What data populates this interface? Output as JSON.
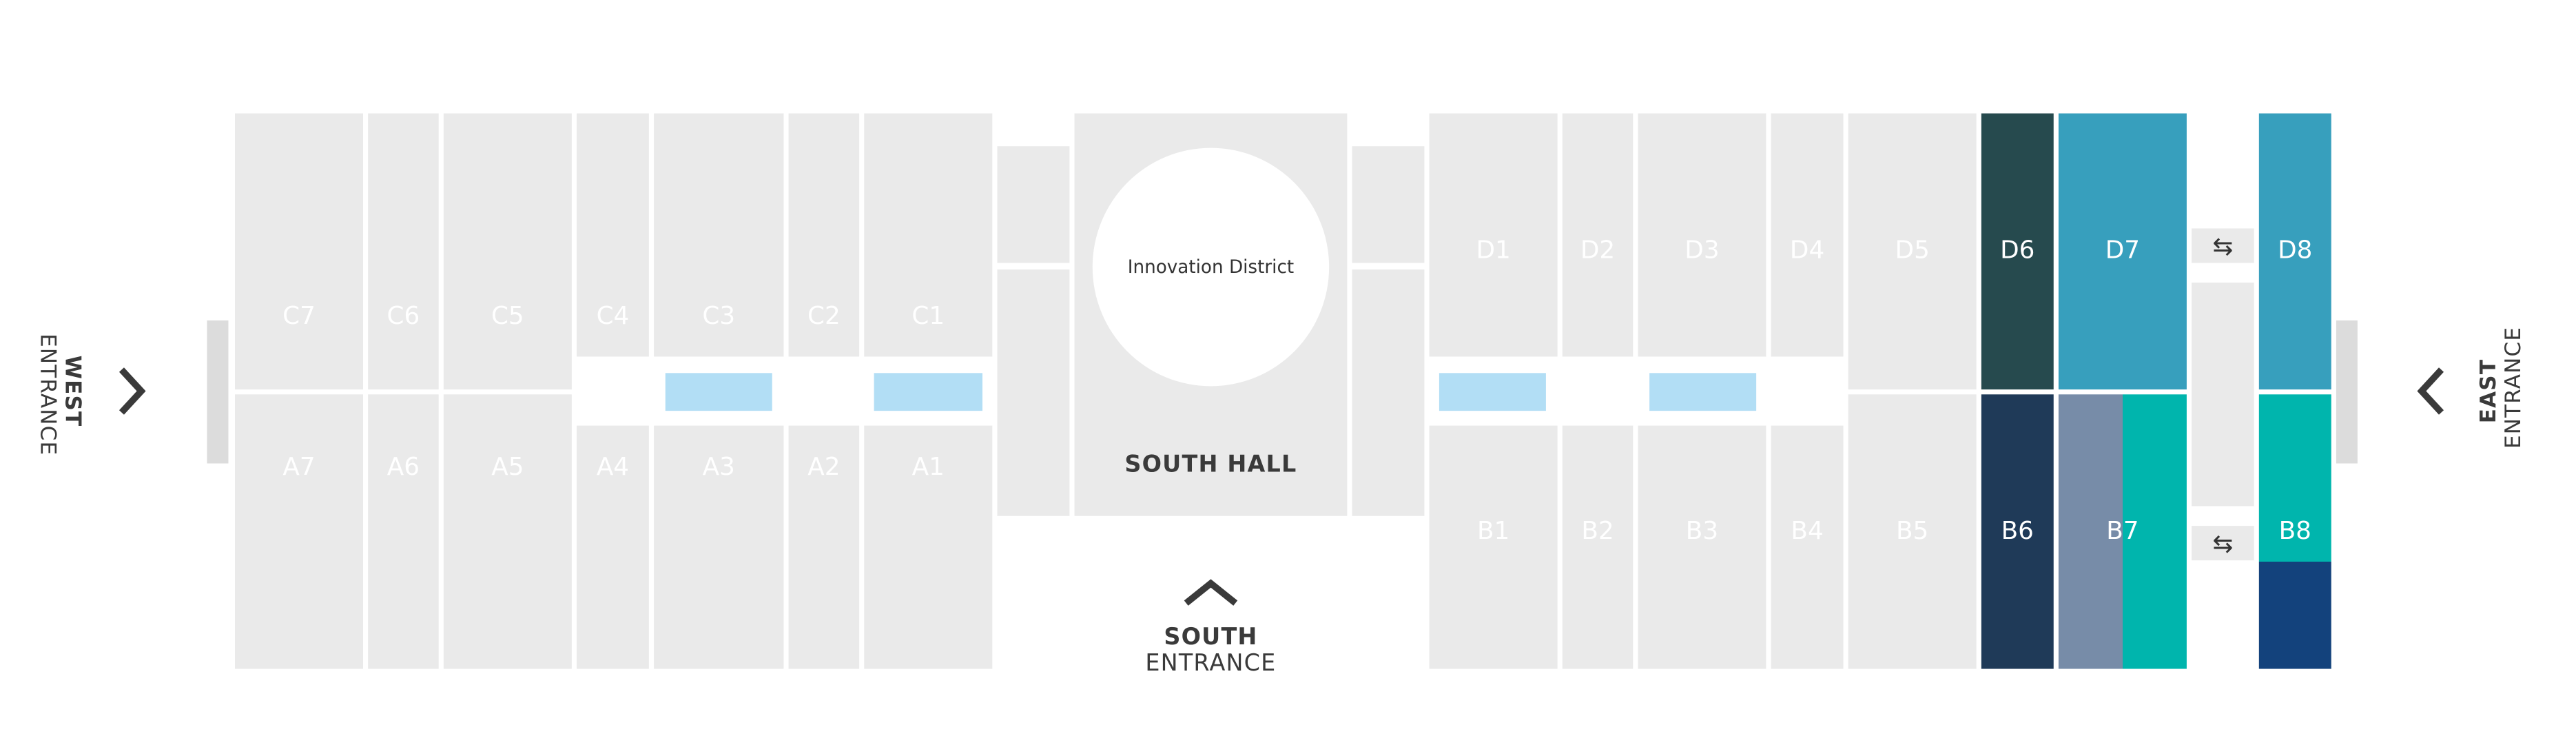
{
  "map": {
    "center": {
      "district": "Innovation District",
      "hall": "SOUTH HALL"
    },
    "entrances": {
      "west": [
        "WEST",
        "ENTRANCE"
      ],
      "east": [
        "EAST",
        "ENTRANCE"
      ],
      "south": [
        "SOUTH",
        "ENTRANCE"
      ]
    },
    "booths": {
      "C7": "C7",
      "C6": "C6",
      "C5": "C5",
      "C4": "C4",
      "C3": "C3",
      "C2": "C2",
      "C1": "C1",
      "A7": "A7",
      "A6": "A6",
      "A5": "A5",
      "A4": "A4",
      "A3": "A3",
      "A2": "A2",
      "A1": "A1",
      "D1": "D1",
      "D2": "D2",
      "D3": "D3",
      "D4": "D4",
      "D5": "D5",
      "D6": "D6",
      "D7": "D7",
      "D8": "D8",
      "B1": "B1",
      "B2": "B2",
      "B3": "B3",
      "B4": "B4",
      "B5": "B5",
      "B6": "B6",
      "B7": "B7",
      "B8": "B8"
    },
    "transfer_icon": "⇆",
    "colors": {
      "default": "#eaeaea",
      "D6": "#264a4e",
      "D7": "#379fbd",
      "D8": "#379fbd",
      "B6": "#1f3a58",
      "B7_left": "#778ca8",
      "B7_right": "#00b5ad",
      "B8_top": "#00b5ad",
      "B8_bottom": "#13427c",
      "corridor_marker": "#b2def5"
    }
  }
}
